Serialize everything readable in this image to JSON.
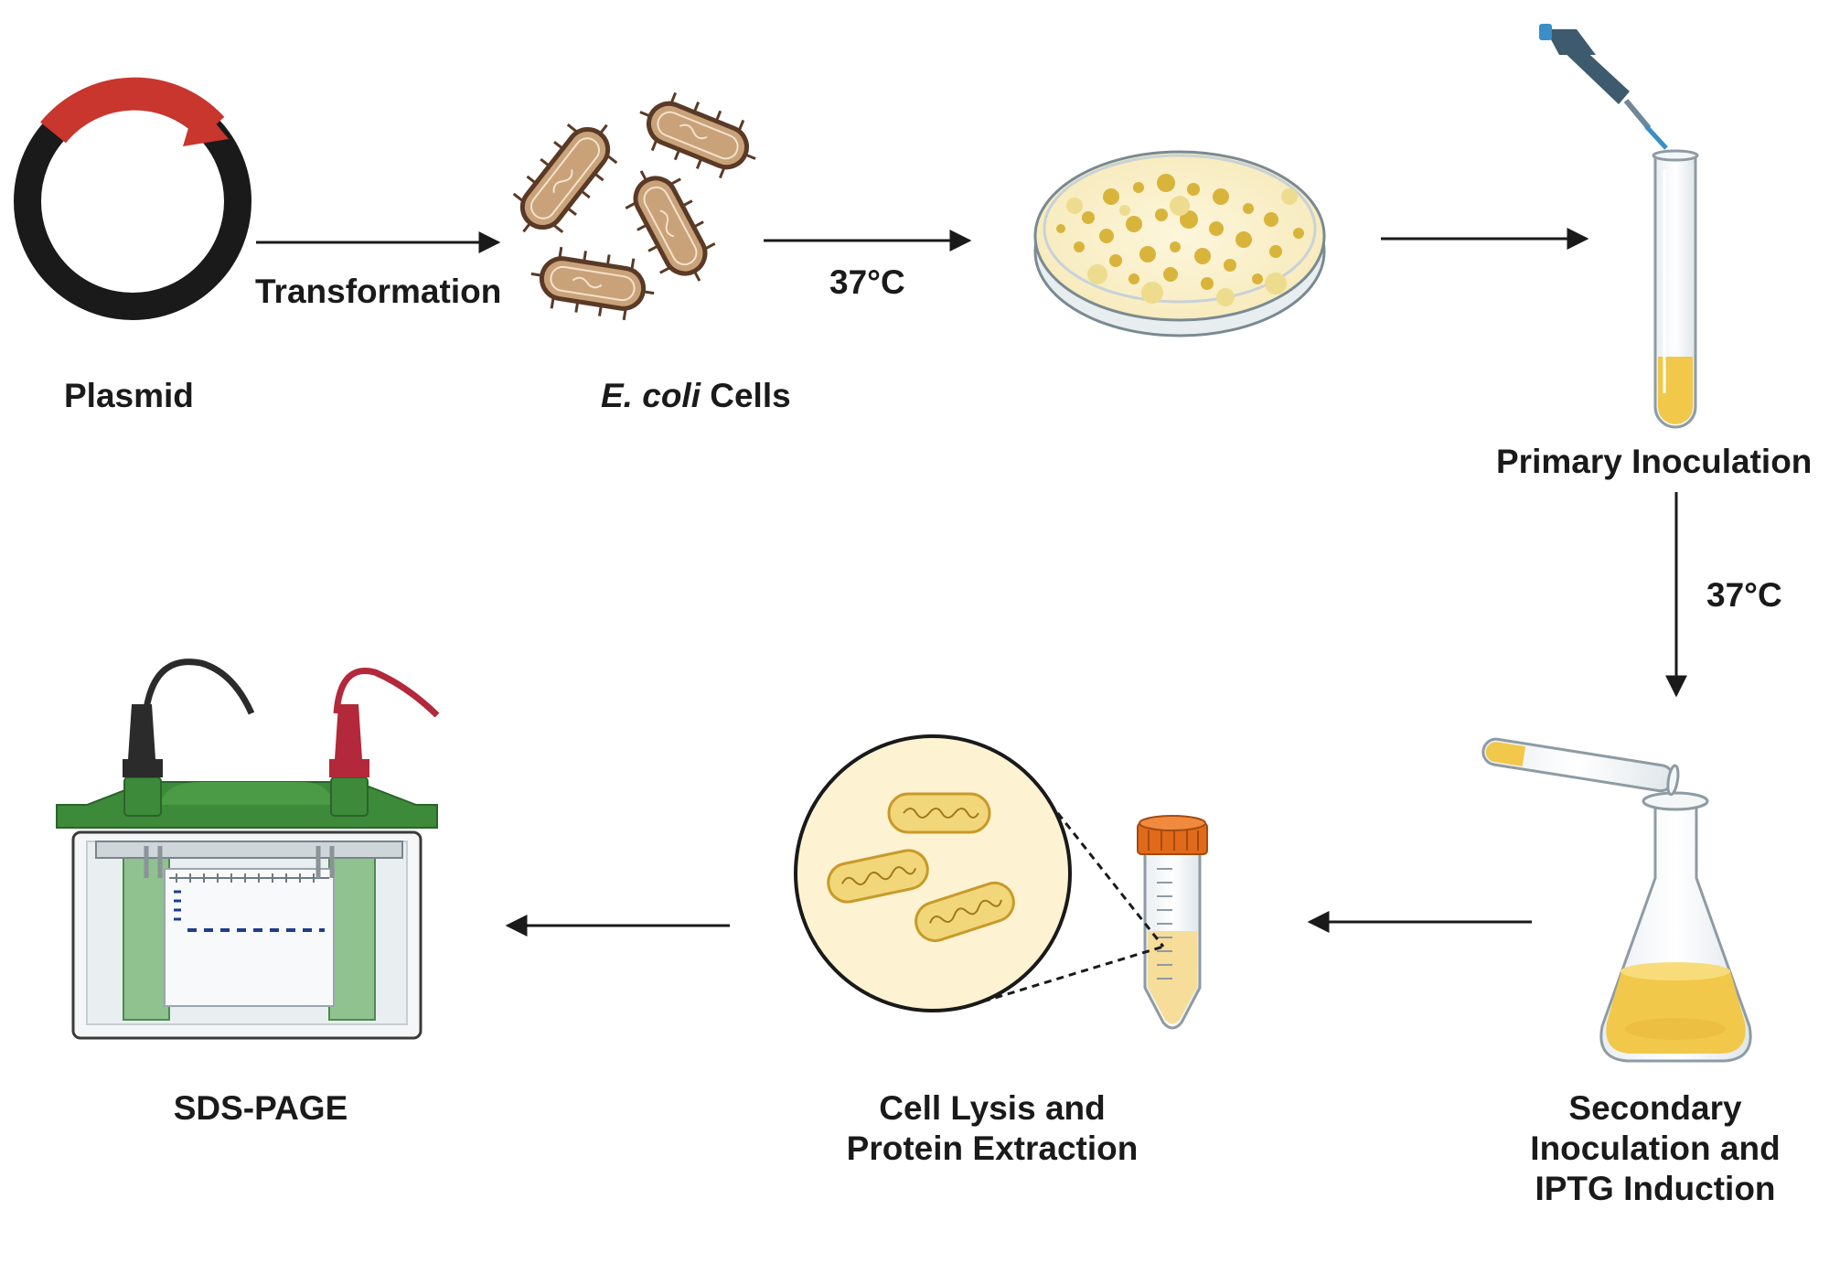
{
  "steps": {
    "plasmid": "Plasmid",
    "ecoli_italic": "E. coli",
    "ecoli_rest": " Cells",
    "primary": "Primary Inoculation",
    "secondary": [
      "Secondary",
      "Inoculation and",
      "IPTG Induction"
    ],
    "lysis": [
      "Cell Lysis and",
      "Protein Extraction"
    ],
    "sds": "SDS-PAGE"
  },
  "arrows": {
    "transformation": "Transformation",
    "temp1": "37°C",
    "temp2": "37°C"
  },
  "colors": {
    "plasmid_ring": "#1a1a1a",
    "plasmid_arc": "#c8362e",
    "bacteria": "#c9a27a",
    "media": "#f2c84b",
    "gel_box": "#3d8a3a",
    "black_lead": "#2b2b2b",
    "red_lead": "#b3283a",
    "cap": "#e06a1a"
  }
}
